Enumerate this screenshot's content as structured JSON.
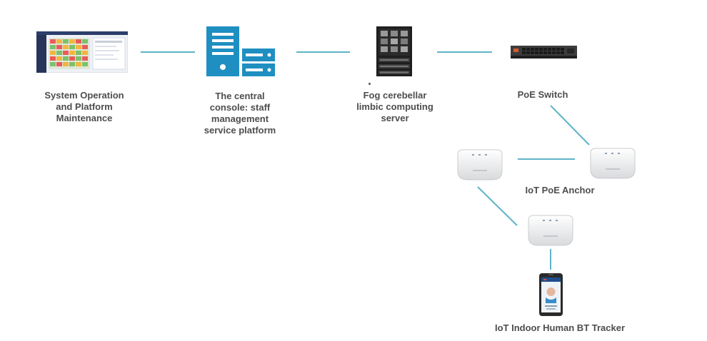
{
  "colors": {
    "link": "#5fb4c8",
    "server_blue": "#1f8fc1",
    "label": "#4d4d4d"
  },
  "nodes": {
    "ops": {
      "label": "System Operation\nand Platform\nMaintenance",
      "icon": "dashboard-screenshot-icon"
    },
    "console": {
      "label": "The central\nconsole: staff\nmanagement\nservice platform",
      "icon": "server-icon"
    },
    "fog": {
      "label": "Fog cerebellar\nlimbic computing\nserver",
      "icon": "rack-server-icon"
    },
    "poe": {
      "label": "PoE Switch",
      "icon": "network-switch-icon"
    },
    "anchor": {
      "label": "IoT PoE Anchor",
      "icon": "ceiling-anchor-icon"
    },
    "tracker": {
      "label": "IoT Indoor Human BT Tracker",
      "icon": "badge-tracker-icon"
    }
  }
}
